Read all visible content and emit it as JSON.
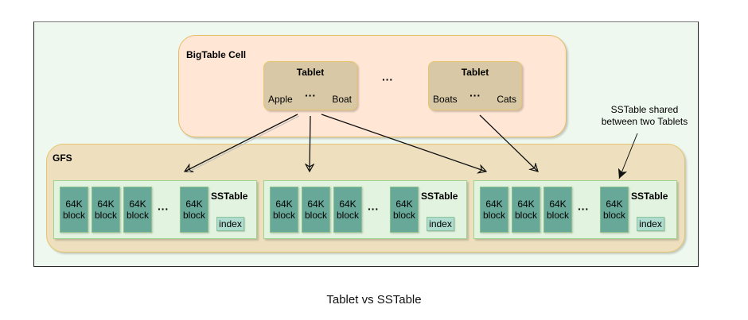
{
  "caption": "Tablet vs SSTable",
  "bigtable_cell": {
    "label": "BigTable Cell",
    "tablets": [
      {
        "title": "Tablet",
        "start_key": "Apple",
        "ellipsis": "···",
        "end_key": "Boat"
      },
      {
        "title": "Tablet",
        "start_key": "Boats",
        "ellipsis": "···",
        "end_key": "Cats"
      }
    ],
    "between_ellipsis": "···"
  },
  "gfs": {
    "label": "GFS",
    "sstables": [
      {
        "name": "SSTable",
        "blocks": [
          "64K block",
          "64K block",
          "64K block",
          "64K block"
        ],
        "ellipsis": "···",
        "index_label": "index"
      },
      {
        "name": "SSTable",
        "blocks": [
          "64K block",
          "64K block",
          "64K block",
          "64K block"
        ],
        "ellipsis": "···",
        "index_label": "index"
      },
      {
        "name": "SSTable",
        "blocks": [
          "64K block",
          "64K block",
          "64K block",
          "64K block"
        ],
        "ellipsis": "···",
        "index_label": "index"
      }
    ]
  },
  "annotation": {
    "line1": "SSTable shared",
    "line2": "between two Tablets"
  },
  "colors": {
    "frame_bg": "#eef8ee",
    "cell_bg": "#ffe6d5",
    "tablet_bg": "#d8c8a5",
    "gfs_bg": "#eee0bf",
    "sstable_bg": "#e2f4e0",
    "block_bg": "#67a899",
    "index_bg": "#aedccf"
  },
  "edges": [
    {
      "from": "tablet-1",
      "to": "sstable-1"
    },
    {
      "from": "tablet-1",
      "to": "sstable-2"
    },
    {
      "from": "tablet-1",
      "to": "sstable-3"
    },
    {
      "from": "tablet-2",
      "to": "sstable-3"
    },
    {
      "from": "annotation",
      "to": "sstable-3-last-block"
    }
  ]
}
